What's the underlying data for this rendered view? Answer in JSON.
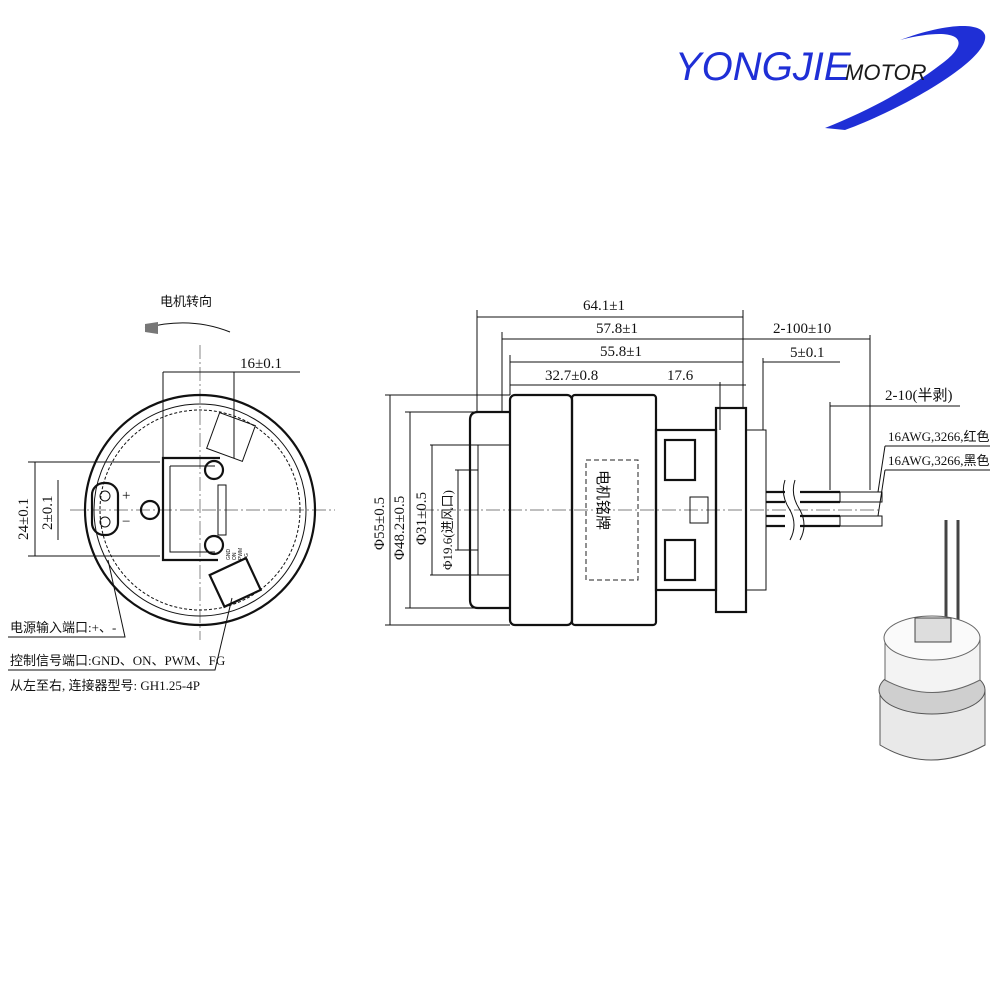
{
  "logo": {
    "brand": "YONGJIE",
    "suffix": "MOTOR",
    "brand_color": "#1f2fd6",
    "suffix_color": "#1a1a1a"
  },
  "front_view": {
    "rotation_label": "电机转向",
    "dim_width": "16±0.1",
    "dim_24": "24±0.1",
    "dim_2": "2±0.1",
    "plus": "+",
    "minus": "−",
    "pins": [
      "GND",
      "ON",
      "PWM",
      "FG"
    ]
  },
  "notes": {
    "power_port": "电源输入端口:+、-",
    "signal_port": "控制信号端口:GND、ON、PWM、FG",
    "connector": "从左至右, 连接器型号: GH1.25-4P"
  },
  "side_view": {
    "dim_total": "64.1±1",
    "dim_57": "57.8±1",
    "dim_55": "55.8±1",
    "dim_32": "32.7±0.8",
    "dim_17": "17.6",
    "dim_lead": "2-100±10",
    "dim_5": "5±0.1",
    "dim_strip": "2-10(半剥)",
    "wire_red": "16AWG,3266,红色",
    "wire_black": "16AWG,3266,黑色",
    "dia_55": "Φ55±0.5",
    "dia_48": "Φ48.2±0.5",
    "dia_31": "Φ31±0.5",
    "dia_19": "Φ19.6(进风口)",
    "nameplate": "电机铭牌"
  }
}
